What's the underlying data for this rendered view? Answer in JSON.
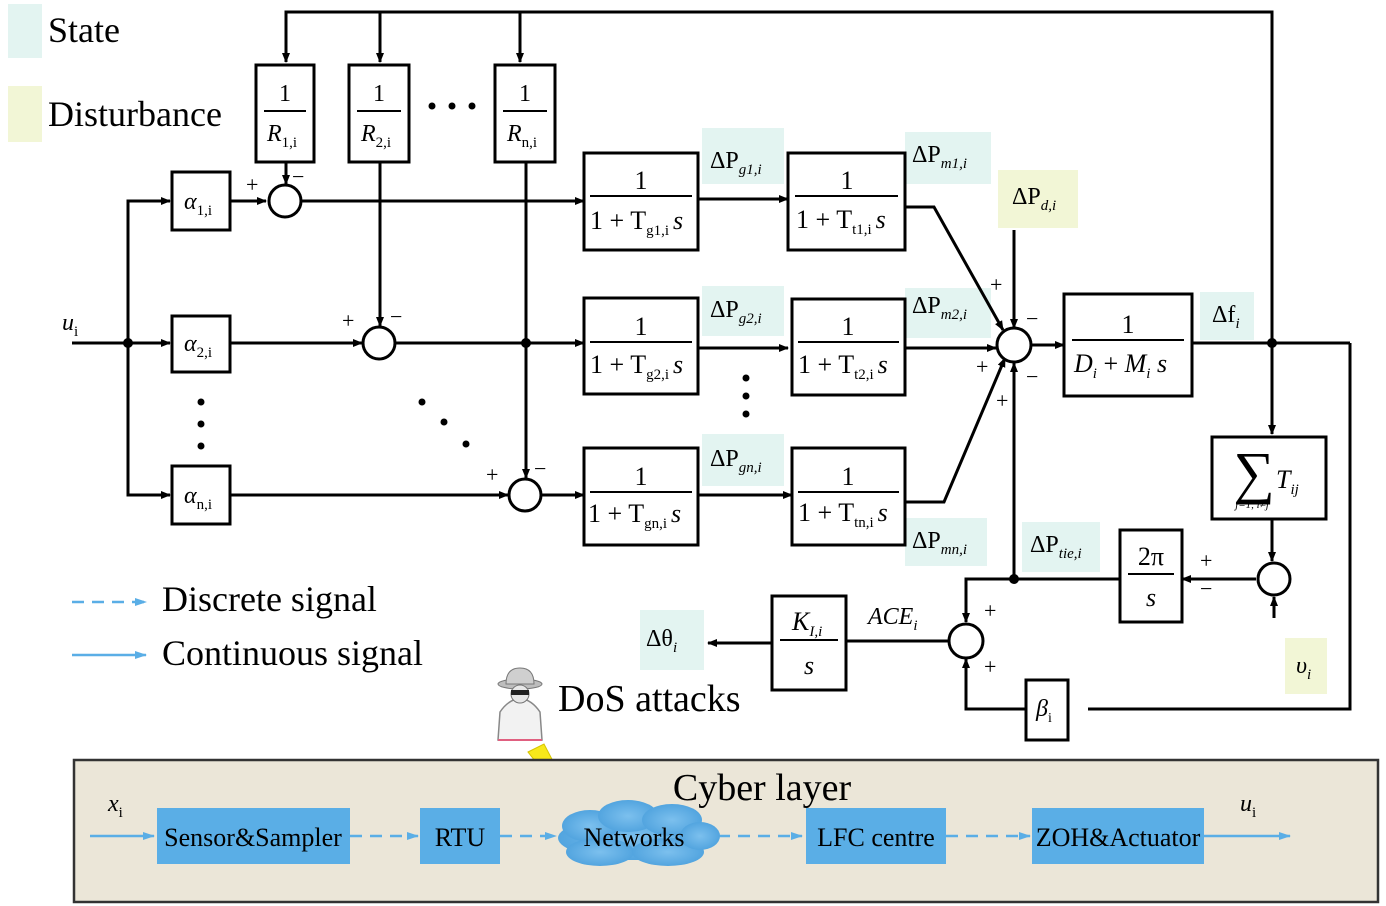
{
  "legend": {
    "state_label": "State",
    "disturbance_label": "Disturbance",
    "state_color": "#e3f4f1",
    "disturbance_color": "#f2f6d6",
    "discrete_label": "Discrete signal",
    "continuous_label": "Continuous signal",
    "signal_color": "#5aaee6"
  },
  "input": {
    "name": "u",
    "sub": "i"
  },
  "alpha": [
    {
      "sym": "α",
      "sub": "1,i"
    },
    {
      "sym": "α",
      "sub": "2,i"
    },
    {
      "sym": "α",
      "sub": "n,i"
    }
  ],
  "droop": [
    {
      "num": "1",
      "den": "R",
      "sub": "1,i"
    },
    {
      "num": "1",
      "den": "R",
      "sub": "2,i"
    },
    {
      "num": "1",
      "den": "R",
      "sub": "n,i"
    }
  ],
  "governor": [
    {
      "num": "1",
      "den_pre": "1 + T",
      "sub": "g1,i",
      "den_post": "s"
    },
    {
      "num": "1",
      "den_pre": "1 + T",
      "sub": "g2,i",
      "den_post": "s"
    },
    {
      "num": "1",
      "den_pre": "1 + T",
      "sub": "gn,i",
      "den_post": "s"
    }
  ],
  "turbine": [
    {
      "num": "1",
      "den_pre": "1 + T",
      "sub": "t1,i",
      "den_post": "s"
    },
    {
      "num": "1",
      "den_pre": "1 + T",
      "sub": "t2,i",
      "den_post": "s"
    },
    {
      "num": "1",
      "den_pre": "1 + T",
      "sub": "tn,i",
      "den_post": "s"
    }
  ],
  "signals": {
    "pg": [
      {
        "pre": "ΔP",
        "sub": "g1,i"
      },
      {
        "pre": "ΔP",
        "sub": "g2,i"
      },
      {
        "pre": "ΔP",
        "sub": "gn,i"
      }
    ],
    "pm": [
      {
        "pre": "ΔP",
        "sub": "m1,i"
      },
      {
        "pre": "ΔP",
        "sub": "m2,i"
      },
      {
        "pre": "ΔP",
        "sub": "mn,i"
      }
    ],
    "pd": {
      "pre": "ΔP",
      "sub": "d,i"
    },
    "df": {
      "pre": "Δf",
      "sub": "i"
    },
    "ptie": {
      "pre": "ΔP",
      "sub": "tie,i"
    },
    "ace": {
      "pre": "ACE",
      "sub": "i"
    },
    "dtheta": {
      "pre": "Δθ",
      "sub": "i"
    },
    "v": {
      "pre": "υ",
      "sub": "i"
    }
  },
  "area_block": {
    "num": "1",
    "den_a": "D",
    "sub_a": "i",
    "den_plus": " + ",
    "den_b": "M",
    "sub_b": "i",
    "den_post": " s"
  },
  "sum_block": {
    "symbol": "∑",
    "term": "T",
    "term_sub": "ij",
    "limits": "j=1, i≠j"
  },
  "tie_block": {
    "num": "2π",
    "den": "s"
  },
  "integrator": {
    "num": "K",
    "num_sub": "I,i",
    "den": "s"
  },
  "beta": {
    "sym": "β",
    "sub": "i"
  },
  "signs": {
    "plus": "+",
    "minus": "−"
  },
  "attack_label": "DoS attacks",
  "attack_color": "#e02020",
  "cyber": {
    "title": "Cyber layer",
    "bg_color": "#ebe6d8",
    "block_color": "#5aaee6",
    "input": {
      "name": "x",
      "sub": "i"
    },
    "output": {
      "name": "u",
      "sub": "i"
    },
    "blocks": [
      "Sensor&Sampler",
      "RTU",
      "Networks",
      "LFC centre",
      "ZOH&Actuator"
    ]
  }
}
